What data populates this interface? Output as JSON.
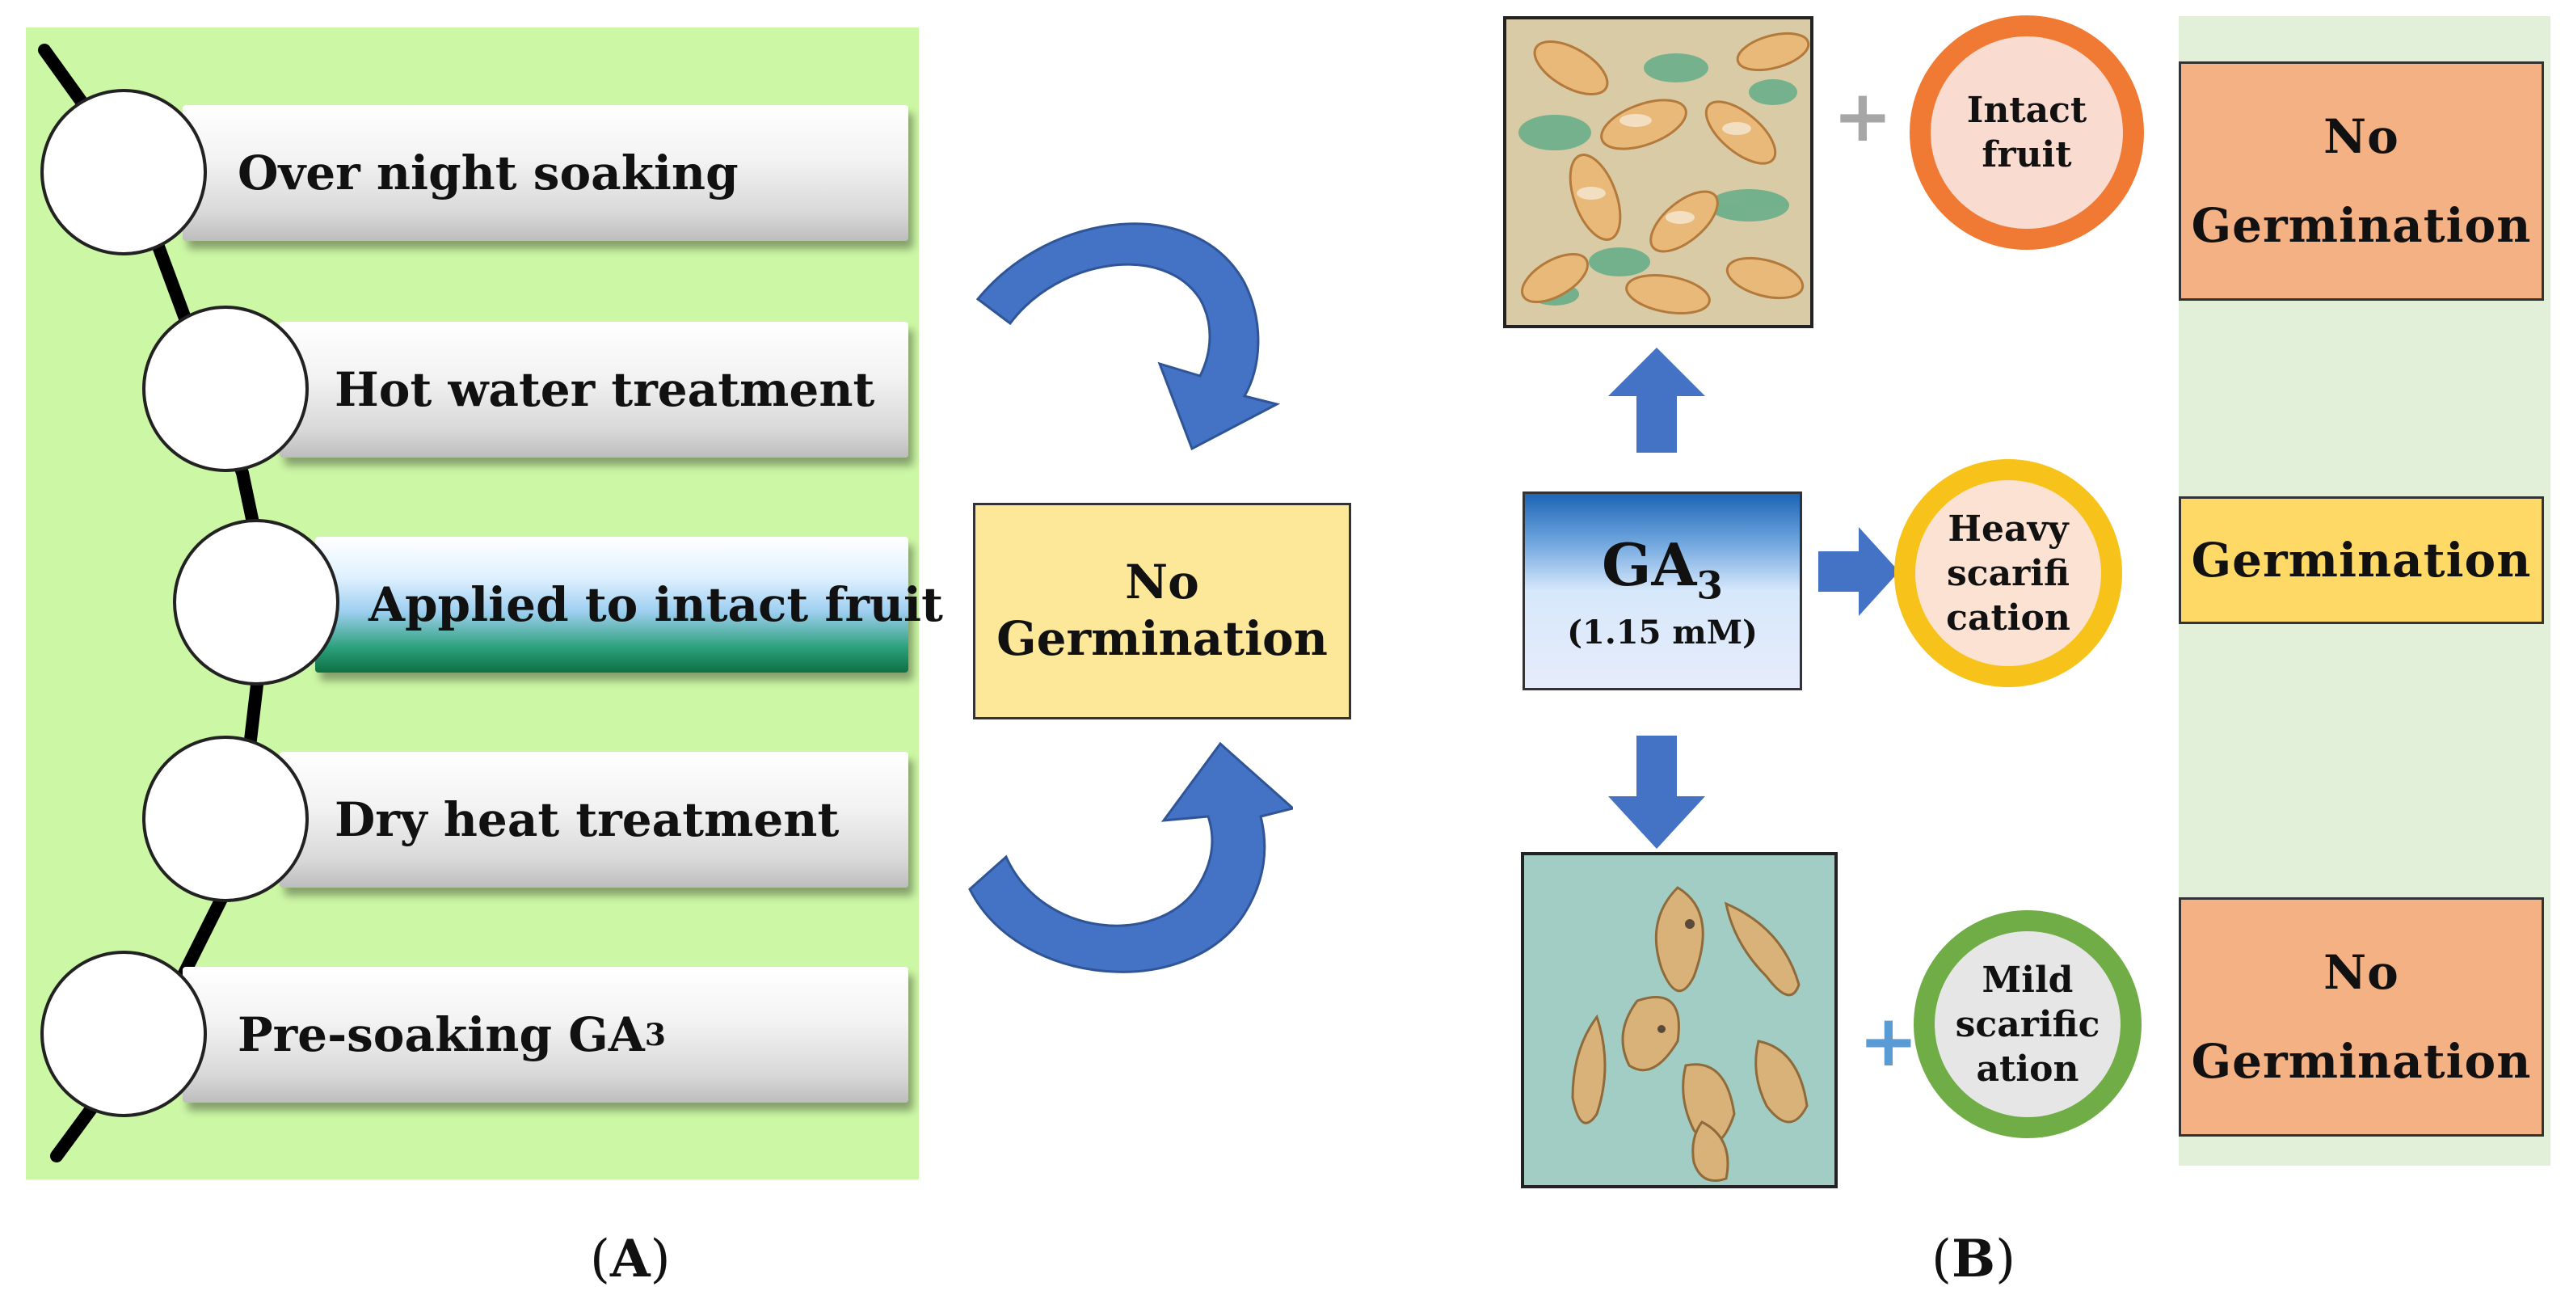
{
  "panel_a": {
    "steps": [
      {
        "label": "Over night soaking"
      },
      {
        "label": "Hot water treatment"
      },
      {
        "label": "Applied to intact fruit"
      },
      {
        "label": "Dry heat treatment"
      },
      {
        "label": "Pre-soaking GA",
        "subscript": "3"
      }
    ],
    "result": {
      "line1": "No",
      "line2": "Germination"
    },
    "caption": {
      "open": "(",
      "letter": "A",
      "close": ")"
    }
  },
  "panel_b": {
    "center": {
      "main": "GA",
      "subscript": "3",
      "concentration": "(1.15 mM)"
    },
    "branches": [
      {
        "treatment_lines": [
          "Intact",
          "fruit"
        ],
        "ring_color": "#f07a33",
        "fill_color": "#fadbd0",
        "plus_color": "#a6a6a6",
        "result_lines": [
          "No",
          "Germination"
        ],
        "result_color": "#f4b183"
      },
      {
        "treatment_lines": [
          "Heavy",
          "scarifi",
          "cation"
        ],
        "ring_color": "#f7c21a",
        "fill_color": "#fbe2d2",
        "result_lines": [
          "Germination"
        ],
        "result_color": "#ffd966"
      },
      {
        "treatment_lines": [
          "Mild",
          "scarific",
          "ation"
        ],
        "ring_color": "#70ad47",
        "fill_color": "#e6e6e6",
        "plus_color": "#5b9bd5",
        "result_lines": [
          "No",
          "Germination"
        ],
        "result_color": "#f4b183"
      }
    ],
    "plus_symbol": "+",
    "caption": {
      "open": "(",
      "letter": "B",
      "close": ")"
    }
  },
  "colors": {
    "panel_a_background": "#ccf7a5",
    "panel_b_background": "#e2efd9",
    "arrow_blue": "#4472c4",
    "no_germination_box": "#fde89a"
  },
  "icons": [
    "curved-arrow-icon",
    "up-arrow-icon",
    "right-arrow-icon",
    "down-arrow-icon",
    "plus-icon"
  ]
}
